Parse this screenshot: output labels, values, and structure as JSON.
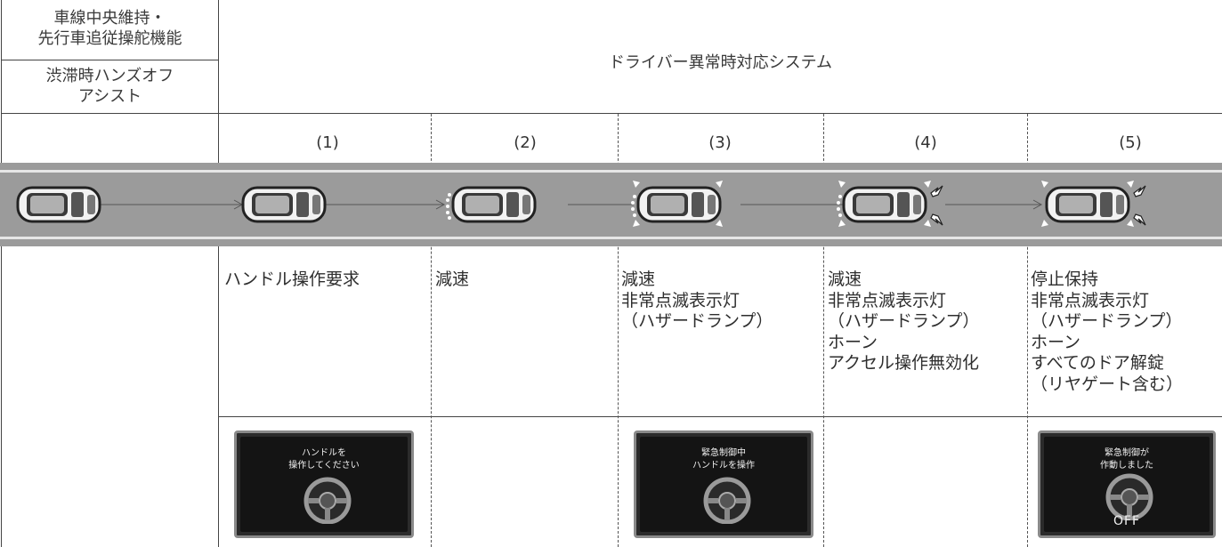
{
  "header": {
    "col1_top": "車線中央維持・\n先行車追従操舵機能",
    "col1_bottom": "渋滞時ハンズオフ\nアシスト",
    "system_title": "ドライバー異常時対応システム"
  },
  "steps": [
    {
      "number": "(1)",
      "description": "ハンドル操作要求"
    },
    {
      "number": "(2)",
      "description": "減速"
    },
    {
      "number": "(3)",
      "description": "減速\n非常点滅表示灯\n（ハザードランプ）"
    },
    {
      "number": "(4)",
      "description": "減速\n非常点滅表示灯\n（ハザードランプ）\nホーン\nアクセル操作無効化"
    },
    {
      "number": "(5)",
      "description": "停止保持\n非常点滅表示灯\n（ハザードランプ）\nホーン\nすべてのドア解錠\n（リヤゲート含む）"
    }
  ],
  "screens": [
    {
      "message": "ハンドルを\n操作してください",
      "status": ""
    },
    {
      "message": "緊急制御中\nハンドルを操作",
      "status": ""
    },
    {
      "message": "緊急制御が\n作動しました",
      "status": "OFF"
    }
  ],
  "colors": {
    "road": "#9b9b9b",
    "road_edge": "#e6e6e6",
    "line": "#444444",
    "screen_bg": "#141414"
  },
  "icons": [
    "car-icon",
    "brake-light-icon",
    "hazard-light-icon",
    "horn-icon",
    "steering-wheel-icon"
  ]
}
